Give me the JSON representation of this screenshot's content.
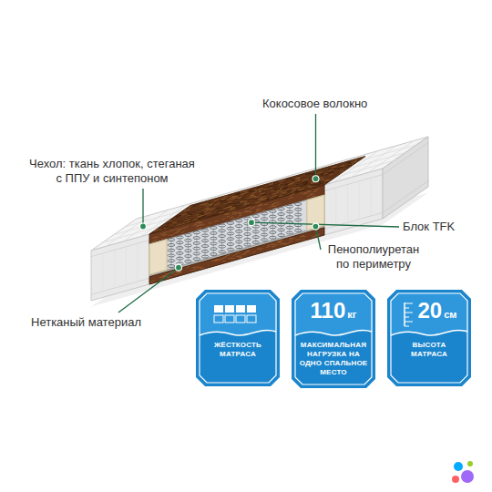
{
  "diagram": {
    "nodes": [
      {
        "text": [
          "ЖЁСТКОСТЬ МАТРАСА"
        ]
      },
      {
        "text": [
          "110",
          "кг",
          "МАКСИМАЛЬНАЯ НАГРУЗКА НА ОДНО СПАЛЬНОЕ МЕСТО"
        ]
      },
      {
        "text": [
          "20",
          "см",
          "ВЫСОТА МАТРАСА"
        ]
      }
    ],
    "labels": [
      "Чехол: ткань хлопок, стеганая с ППУ и синтепоном",
      "Кокосовое волокно",
      "Блок TFK",
      "Пенополиуретан по периметру",
      "Нетканый материал"
    ]
  }
}
